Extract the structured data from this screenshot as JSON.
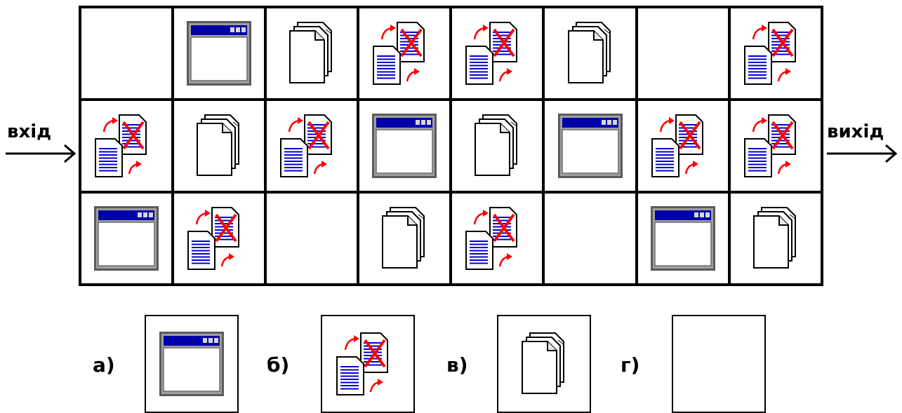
{
  "io": {
    "input_label": "вхід",
    "output_label": "вихід"
  },
  "grid": [
    [
      "empty",
      "window-icon",
      "documents-icon",
      "replace-doc-icon",
      "replace-doc-icon",
      "documents-icon",
      "empty",
      "replace-doc-icon"
    ],
    [
      "replace-doc-icon",
      "documents-icon",
      "replace-doc-icon",
      "window-icon",
      "documents-icon",
      "window-icon",
      "replace-doc-icon",
      "replace-doc-icon"
    ],
    [
      "window-icon",
      "replace-doc-icon",
      "empty",
      "documents-icon",
      "replace-doc-icon",
      "empty",
      "window-icon",
      "documents-icon"
    ]
  ],
  "options": [
    {
      "label": "а)",
      "icon": "window-icon"
    },
    {
      "label": "б)",
      "icon": "replace-doc-icon"
    },
    {
      "label": "в)",
      "icon": "documents-icon"
    },
    {
      "label": "г)",
      "icon": "empty"
    }
  ],
  "colors": {
    "titlebar": "#0000a8",
    "frame": "#a0a0a0",
    "accent_red": "#ff0000",
    "lines_blue": "#0000cc"
  }
}
